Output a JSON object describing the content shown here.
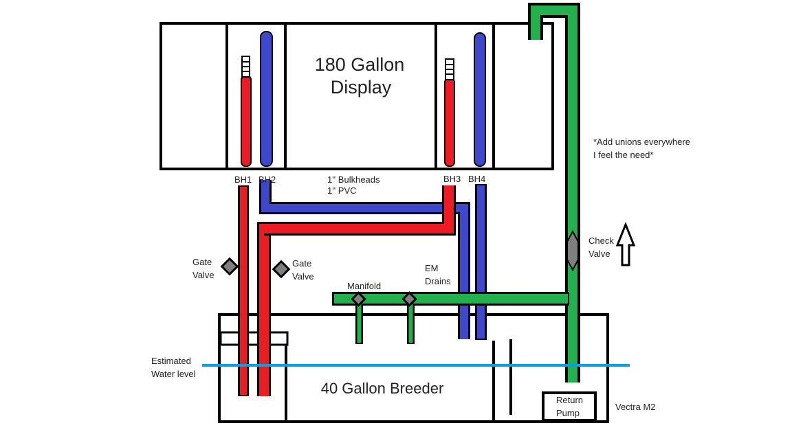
{
  "colors": {
    "red_pipe": "#ed1c24",
    "blue_pipe": "#3f48cc",
    "green_pipe": "#22b14c",
    "water_line": "#00a2e8",
    "valve": "#7f7f7f",
    "outline": "#000000"
  },
  "display": {
    "title_line1": "180 Gallon",
    "title_line2": "Display"
  },
  "note": {
    "line1": "*Add unions everywhere",
    "line2": "I feel the need*"
  },
  "bulkheads": {
    "bh1": "BH1",
    "bh2": "BH2",
    "bh3": "BH3",
    "bh4": "BH4",
    "spec_line1": "1'' Bulkheads",
    "spec_line2": "1'' PVC"
  },
  "valves": {
    "gate_left_line1": "Gate",
    "gate_left_line2": "Valve",
    "gate_right_line1": "Gate",
    "gate_right_line2": "Valve",
    "check_line1": "Check",
    "check_line2": "Valve"
  },
  "labels": {
    "manifold": "Manifold",
    "em_line1": "EM",
    "em_line2": "Drains",
    "water_line1": "Estimated",
    "water_line2": "Water level",
    "pump_line1": "Return",
    "pump_line2": "Pump",
    "pump_model": "Vectra M2"
  },
  "sump": {
    "title": "40 Gallon Breeder"
  },
  "icons": [
    "up-arrow-icon",
    "gate-valve-icon",
    "check-valve-icon",
    "manifold-valve-icon"
  ]
}
